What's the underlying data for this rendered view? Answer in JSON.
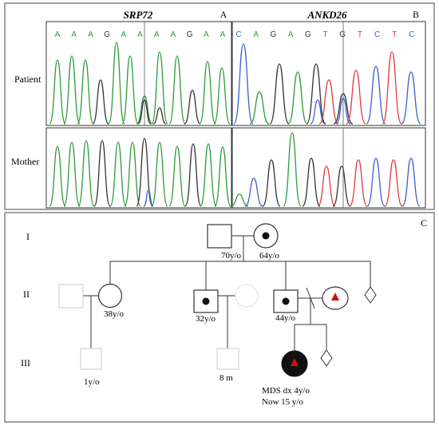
{
  "chromatogram": {
    "gene_left": "SRP72",
    "gene_right": "ANKD26",
    "panel_left": "A",
    "panel_right": "B",
    "row_labels": [
      "Patient",
      "Mother"
    ],
    "bases_left": [
      "A",
      "A",
      "A",
      "G",
      "A",
      "A",
      "A",
      "A",
      "G",
      "A",
      "A"
    ],
    "bases_right": [
      "C",
      "A",
      "G",
      "A",
      "G",
      "T",
      "G",
      "T",
      "C",
      "T",
      "C"
    ],
    "base_colors": {
      "A": "#2e9b3c",
      "G": "#333333",
      "T": "#e23b3b",
      "C": "#3a5fcf"
    }
  },
  "pedigree": {
    "panel": "C",
    "generations": [
      "I",
      "II",
      "III"
    ],
    "ages": {
      "I_father": "70y/o",
      "I_mother": "64y/o",
      "II_woman": "38y/o",
      "II_man": "32y/o",
      "II_father": "44y/o",
      "III_child1": "1y/o",
      "III_child2": "8 m",
      "proband_line1": "MDS dx 4y/o",
      "proband_line2": "Now 15 y/o"
    },
    "marker_color": "#d01010"
  }
}
